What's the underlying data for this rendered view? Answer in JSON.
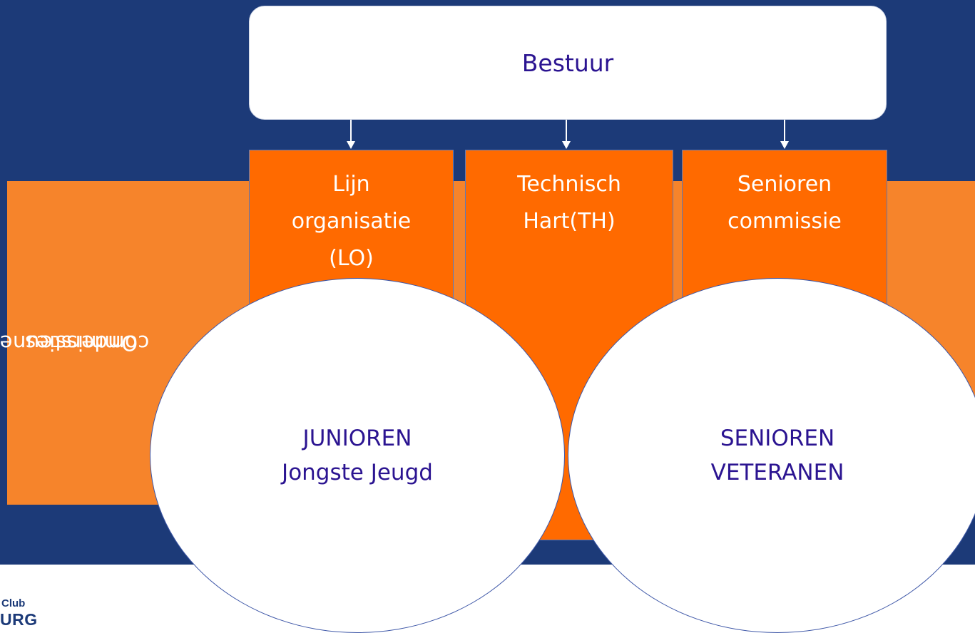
{
  "bestuur": {
    "label": "Bestuur"
  },
  "support": {
    "line1": "Ondersteunende",
    "line2": "commissies"
  },
  "columns": [
    {
      "lines": [
        "Lijn",
        "organisatie",
        "(LO)"
      ]
    },
    {
      "lines": [
        "Technisch",
        "Hart(TH)"
      ]
    },
    {
      "lines": [
        "Senioren",
        "commissie"
      ]
    }
  ],
  "circles": [
    {
      "line1": "JUNIOREN",
      "line2": "Jongste Jeugd"
    },
    {
      "line1": "SENIOREN",
      "line2": "VETERANEN"
    }
  ],
  "logo": {
    "line1": "Club",
    "line2": "URG"
  },
  "colors": {
    "background": "#1c3a78",
    "support_panel": "#f6842b",
    "column": "#ff6a00",
    "text_dark": "#2b1491",
    "text_light": "#ffffff"
  }
}
